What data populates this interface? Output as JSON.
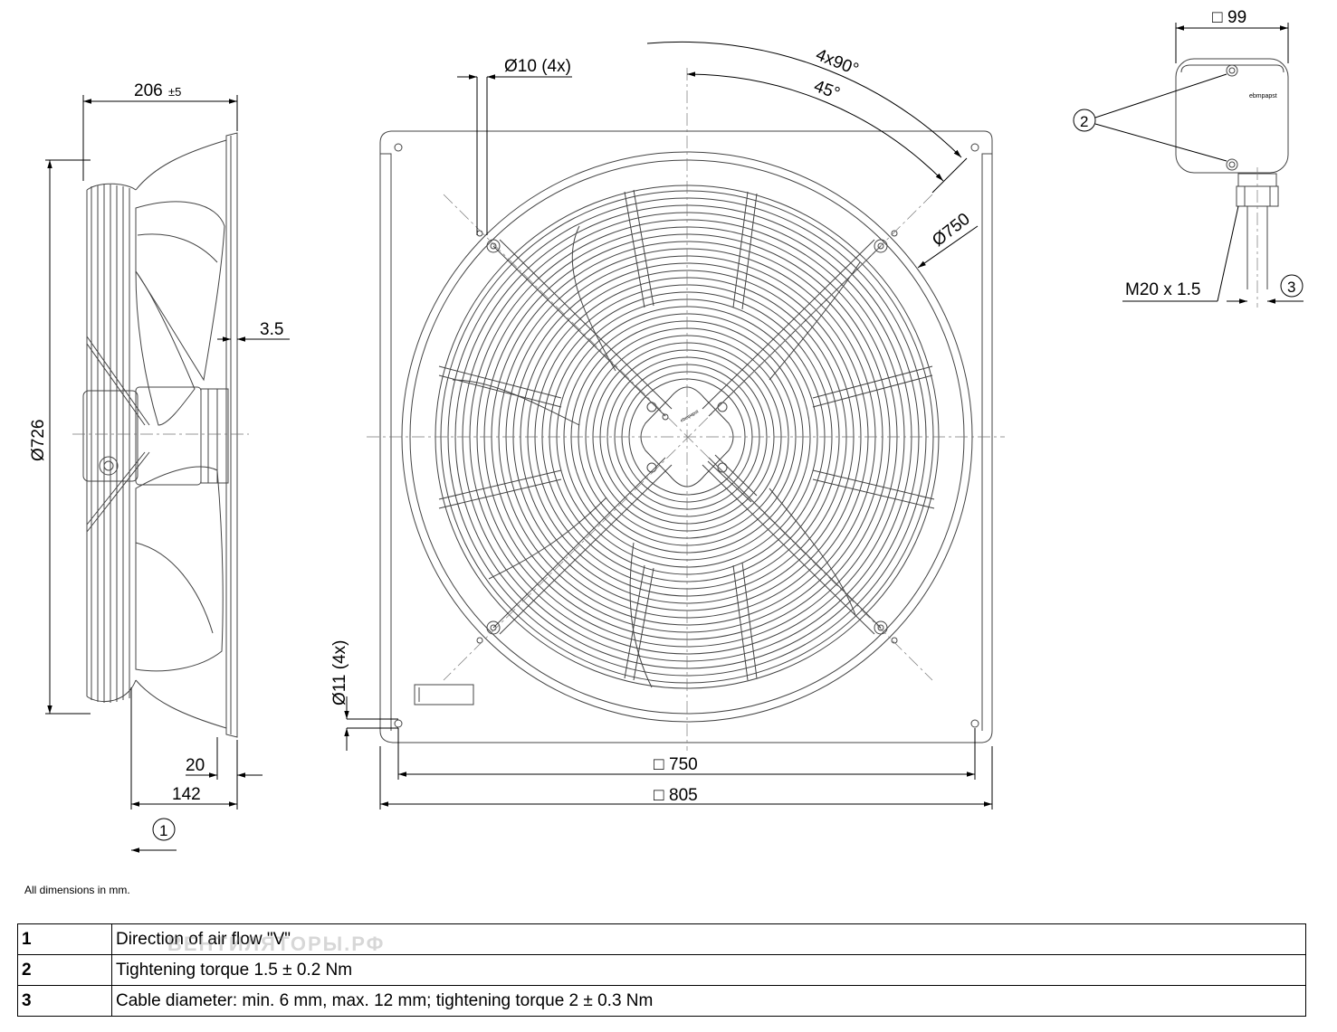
{
  "dimensions": {
    "depth": "206",
    "depth_tol": "±5",
    "flange_gap": "3.5",
    "guard_diameter": "Ø726",
    "flange_thickness": "20",
    "depth_142": "142",
    "hole_small": "Ø10 (4x)",
    "angle_pitch": "4x90°",
    "angle_offset": "45°",
    "bolt_circle": "Ø750",
    "hole_large": "Ø11 (4x)",
    "square_750": "750",
    "square_805": "805",
    "box_size": "99",
    "cable_thread": "M20 x 1.5",
    "square_symbol": "□"
  },
  "callouts": {
    "c1": "1",
    "c2": "2",
    "c3": "3"
  },
  "brand_mark": "ebmpapst",
  "note": "All dimensions in mm.",
  "legend": [
    {
      "num": "1",
      "text": "Direction of air flow \"V\""
    },
    {
      "num": "2",
      "text": "Tightening torque 1.5 ± 0.2 Nm"
    },
    {
      "num": "3",
      "text": "Cable diameter: min. 6 mm, max. 12 mm; tightening torque 2 ± 0.3 Nm"
    }
  ],
  "watermark": "ВЕНТИЛЯТОРЫ.РФ"
}
